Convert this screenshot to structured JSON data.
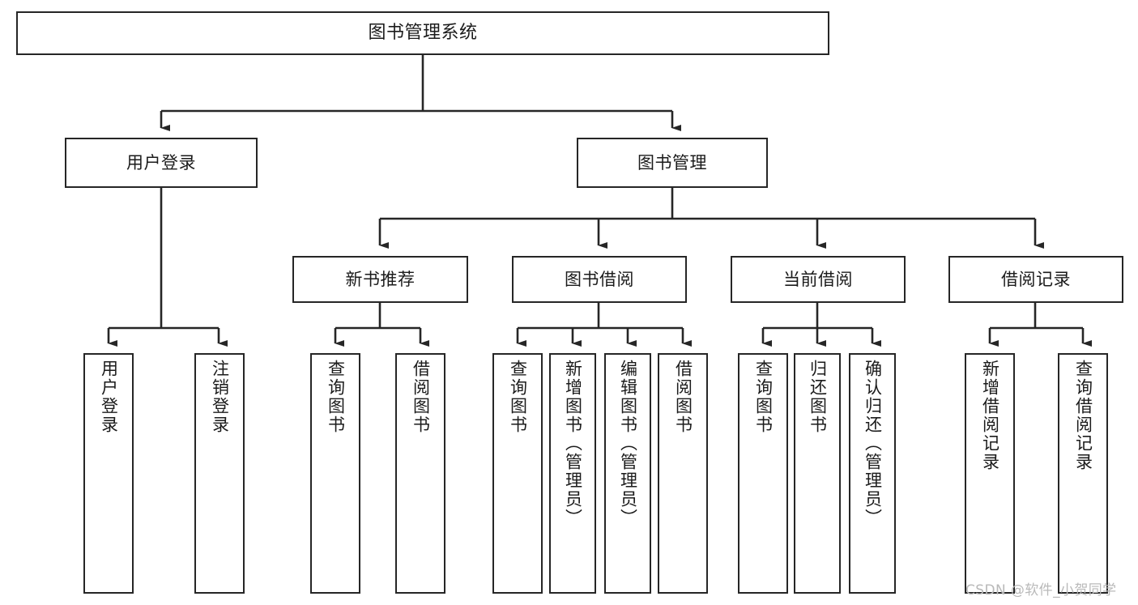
{
  "diagram": {
    "title": "图书管理系统",
    "type": "tree-hierarchy-chart",
    "colors": {
      "box_border": "#262626",
      "box_fill": "#ffffff",
      "edge": "#262626",
      "text": "#1b1b1b",
      "watermark": "#b9b9b9",
      "background": "#ffffff"
    },
    "watermark": "CSDN @软件_小贺同学"
  },
  "nodes": {
    "root": {
      "label": "图书管理系统"
    },
    "level2": [
      {
        "id": "user-login",
        "label": "用户登录"
      },
      {
        "id": "book-management",
        "label": "图书管理"
      }
    ],
    "level3": [
      {
        "id": "new-book-recommend",
        "label": "新书推荐"
      },
      {
        "id": "book-borrow",
        "label": "图书借阅"
      },
      {
        "id": "current-borrow",
        "label": "当前借阅"
      },
      {
        "id": "borrow-record",
        "label": "借阅记录"
      }
    ],
    "leaves": {
      "user-login": [
        {
          "id": "leaf-user-login",
          "label": "用户登录"
        },
        {
          "id": "leaf-logout-login",
          "label": "注销登录"
        }
      ],
      "new-book-recommend": [
        {
          "id": "leaf-query-book-1",
          "label": "查询图书"
        },
        {
          "id": "leaf-borrow-book-1",
          "label": "借阅图书"
        }
      ],
      "book-borrow": [
        {
          "id": "leaf-query-book-2",
          "label": "查询图书"
        },
        {
          "id": "leaf-add-book",
          "label": "新增图书（管理员）"
        },
        {
          "id": "leaf-edit-book",
          "label": "编辑图书（管理员）"
        },
        {
          "id": "leaf-borrow-book-2",
          "label": "借阅图书"
        }
      ],
      "current-borrow": [
        {
          "id": "leaf-query-book-3",
          "label": "查询图书"
        },
        {
          "id": "leaf-return-book",
          "label": "归还图书"
        },
        {
          "id": "leaf-confirm-return",
          "label": "确认归还（管理员）"
        }
      ],
      "borrow-record": [
        {
          "id": "leaf-add-record",
          "label": "新增借阅记录"
        },
        {
          "id": "leaf-query-record",
          "label": "查询借阅记录"
        }
      ]
    }
  }
}
